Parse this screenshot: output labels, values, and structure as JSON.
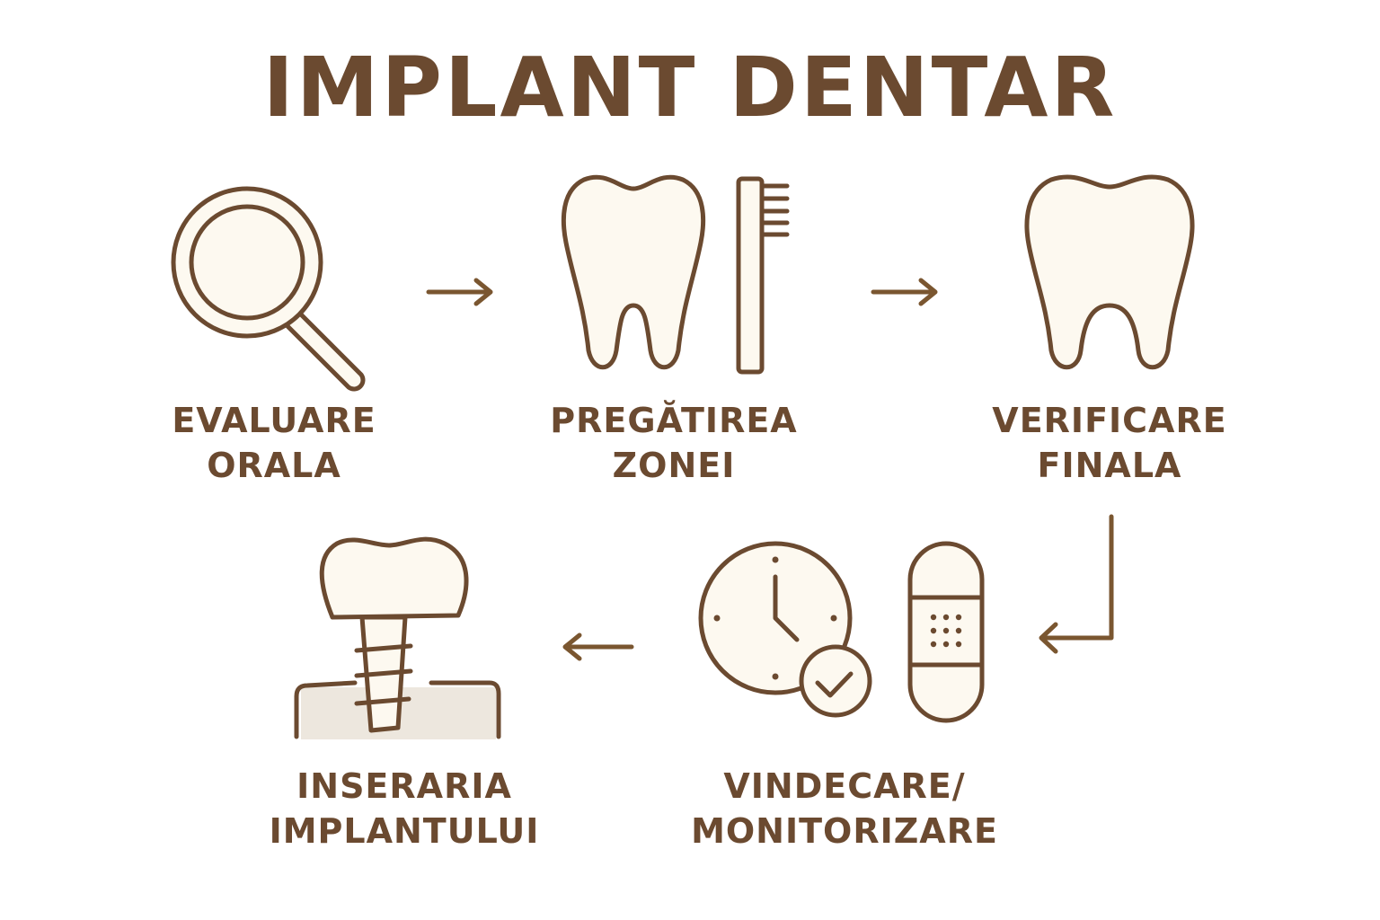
{
  "title": "IMPLANT DENTAR",
  "colors": {
    "primary": "#6b4a30",
    "fill": "#fdf9f0",
    "gum": "#ede7de",
    "background": "#ffffff"
  },
  "steps": [
    {
      "id": 1,
      "icon": "magnifying-glass-icon",
      "line1": "EVALUARE",
      "line2": "ORALA"
    },
    {
      "id": 2,
      "icon": "tooth-toothbrush-icon",
      "line1": "PREGĂTIREA",
      "line2": "ZONEI"
    },
    {
      "id": 3,
      "icon": "tooth-icon",
      "line1": "VERIFICARE",
      "line2": "FINALA"
    },
    {
      "id": 4,
      "icon": "clock-check-bandage-icon",
      "line1": "VINDECARE/",
      "line2": "MONITORIZARE"
    },
    {
      "id": 5,
      "icon": "dental-implant-icon",
      "line1": "INSERARIA",
      "line2": "IMPLANTULUI"
    }
  ],
  "arrows": [
    {
      "from": 1,
      "to": 2,
      "direction": "right"
    },
    {
      "from": 2,
      "to": 3,
      "direction": "right"
    },
    {
      "from": 3,
      "to": 4,
      "direction": "down-left"
    },
    {
      "from": 4,
      "to": 5,
      "direction": "left"
    }
  ]
}
